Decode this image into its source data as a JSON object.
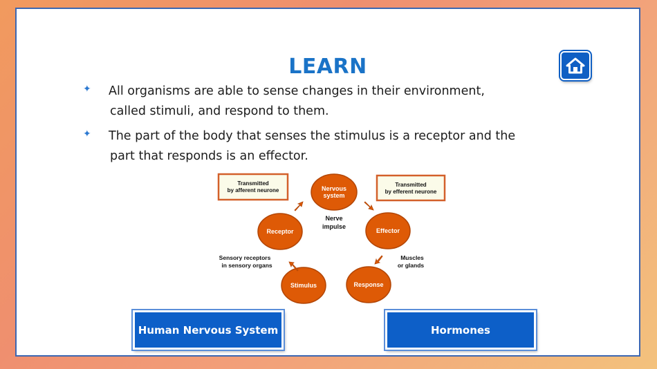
{
  "page": {
    "title": "LEARN",
    "home_icon": "home-icon"
  },
  "bullets": [
    {
      "line1": "All organisms are able to sense changes in their environment,",
      "line2": "called stimuli, and respond to them."
    },
    {
      "line1": "The part of the body that senses the stimulus is a receptor and the",
      "line2": "part that responds is an effector."
    }
  ],
  "diagram": {
    "nodes": {
      "nervous_system_line1": "Nervous",
      "nervous_system_line2": "system",
      "receptor": "Receptor",
      "effector": "Effector",
      "stimulus": "Stimulus",
      "response": "Response"
    },
    "boxes": {
      "afferent_line1": "Transmitted",
      "afferent_line2": "by afferent neurone",
      "efferent_line1": "Transmitted",
      "efferent_line2": "by efferent neurone"
    },
    "labels": {
      "nerve_impulse_line1": "Nerve",
      "nerve_impulse_line2": "impulse",
      "sensory_line1": "Sensory receptors",
      "sensory_line2": "in sensory organs",
      "muscles_line1": "Muscles",
      "muscles_line2": "or glands"
    },
    "colors": {
      "node_fill": "#de5a06",
      "node_stroke": "#b24505",
      "box_fill": "#fbfbe9",
      "box_stroke": "#d3602a"
    }
  },
  "buttons": {
    "left_label": "Human Nervous System",
    "right_label": "Hormones"
  },
  "colors": {
    "accent": "#1a73c7",
    "button_blue": "#0d5fc8"
  }
}
